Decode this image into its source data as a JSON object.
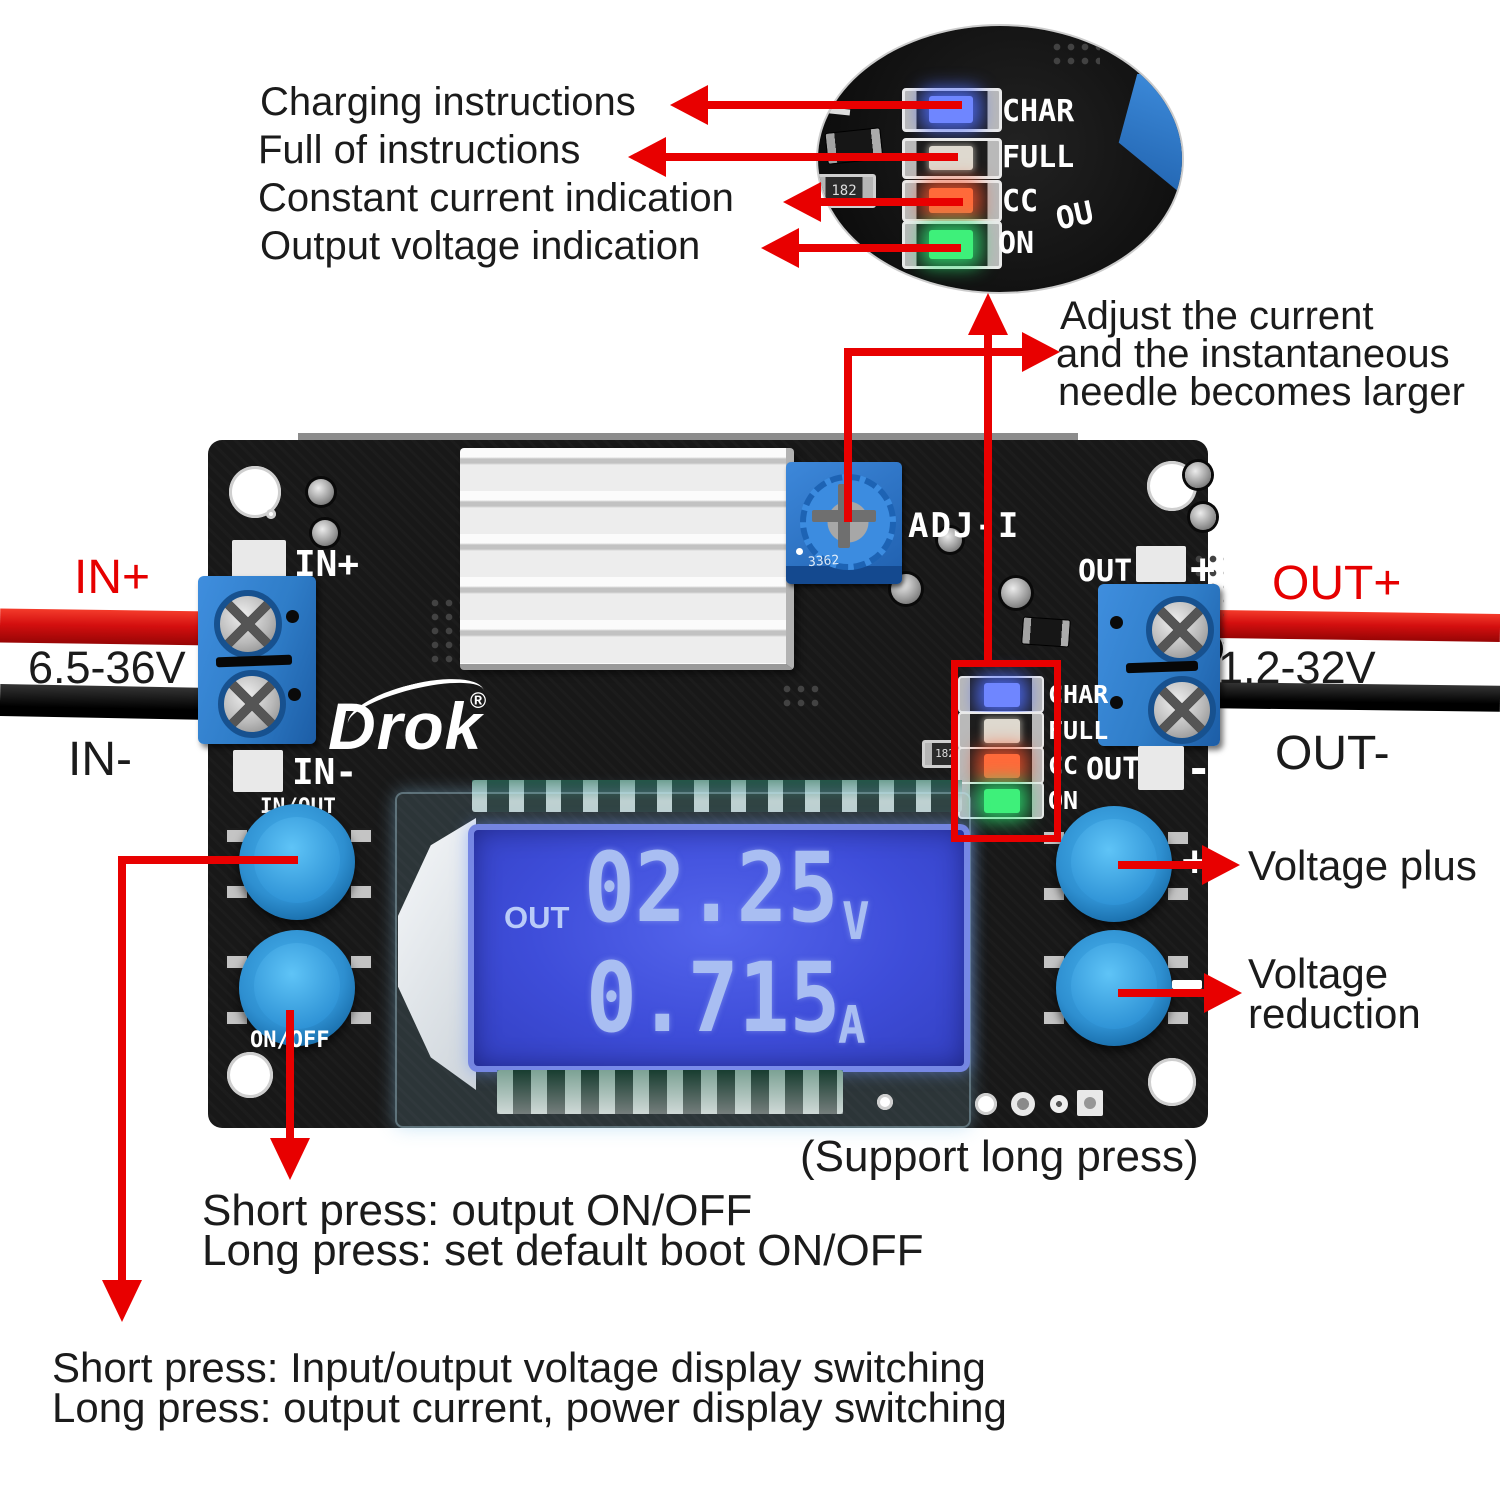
{
  "callouts": {
    "charging": "Charging instructions",
    "full": "Full of instructions",
    "constant_current": "Constant current indication",
    "output_voltage": "Output voltage indication",
    "adjust_l1": "Adjust the current",
    "adjust_l2": "and the instantaneous",
    "adjust_l3": "needle becomes larger",
    "voltage_plus": "Voltage plus",
    "voltage_reduction_l1": "Voltage",
    "voltage_reduction_l2": "reduction",
    "support_long_press": "(Support long press)",
    "onoff_l1": "Short press: output ON/OFF",
    "onoff_l2": "Long press: set default boot ON/OFF",
    "inout_l1": "Short press: Input/output voltage display switching",
    "inout_l2": "Long press: output current, power display switching"
  },
  "wiring": {
    "in_plus": "IN+",
    "in_range": "6.5-36V",
    "in_minus": "IN-",
    "out_plus": "OUT+",
    "out_range": "1.2-32V",
    "out_minus": "OUT-"
  },
  "board": {
    "brand": "Drok",
    "reg": "®",
    "silk_in_plus": "IN+",
    "silk_in_minus": "IN-",
    "silk_in_out": "IN/OUT",
    "silk_on_off": "ON/OFF",
    "silk_adj": "ADJ-I",
    "silk_out": "OUT",
    "silk_plus": "+",
    "silk_minus": "-",
    "pot_marking": "3362",
    "resistor_marking": "182",
    "leds": [
      {
        "label": "CHAR",
        "state": "lit-blue"
      },
      {
        "label": "FULL",
        "state": "off"
      },
      {
        "label": "CC",
        "state": "lit-red"
      },
      {
        "label": "ON",
        "state": "lit-green"
      }
    ]
  },
  "inset": {
    "partial_label": "OU"
  },
  "lcd": {
    "mode_label": "OUT",
    "voltage": "02.25",
    "voltage_unit": "V",
    "current": "0.715",
    "current_unit": "A"
  },
  "colors": {
    "annotation_red": "#e80000",
    "lcd_blue": "#4150d8",
    "segment_blue": "#a9bef2",
    "button_blue": "#36a0e2",
    "terminal_blue": "#2f7dc8",
    "led_blue": "#5a78ff",
    "led_red": "#ff5535",
    "led_green": "#35e070"
  }
}
